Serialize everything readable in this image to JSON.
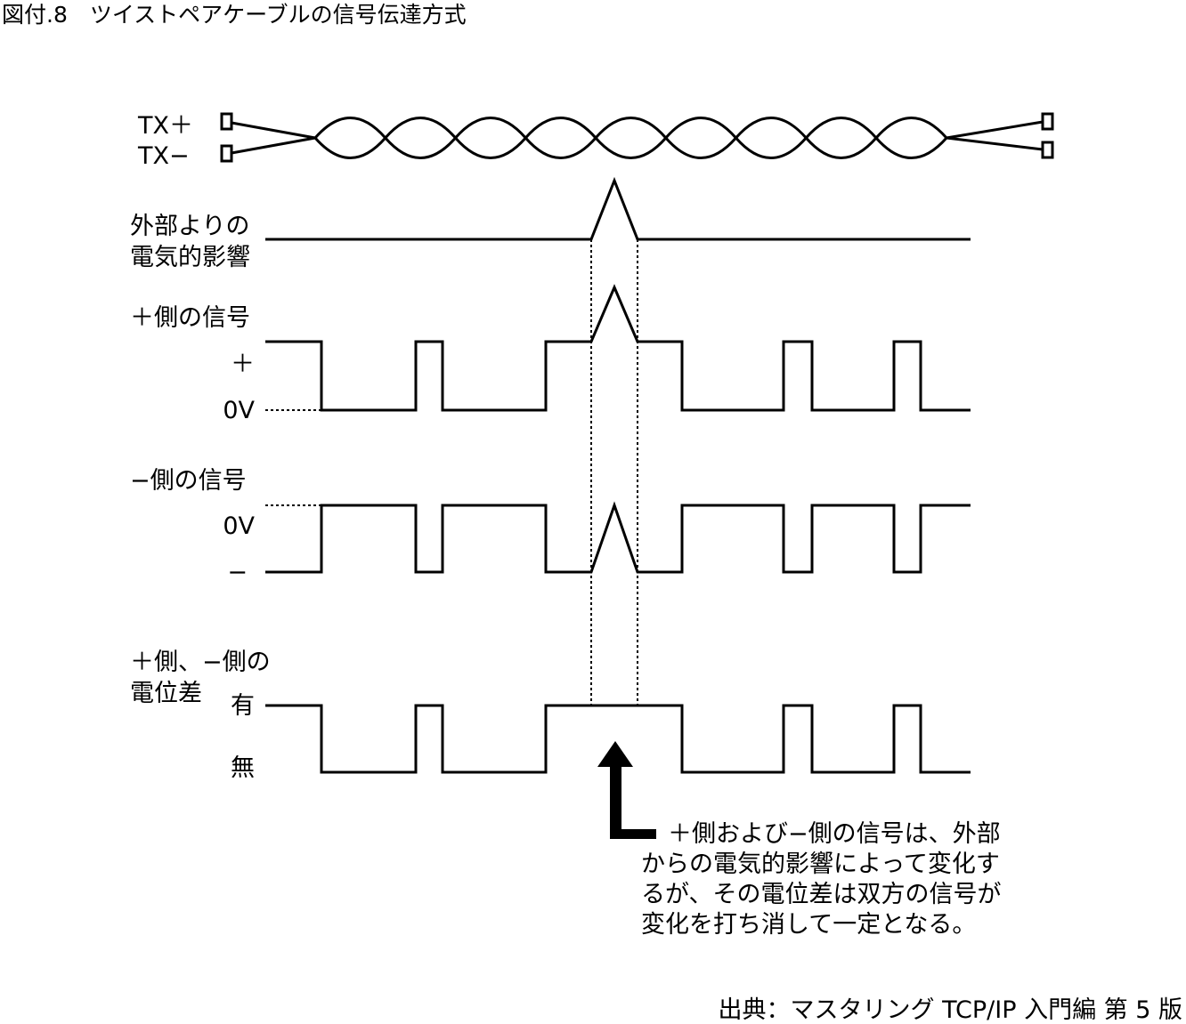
{
  "title": "図付.8　ツイストペアケーブルの信号伝達方式",
  "cable": {
    "tx_plus_label": "TX＋",
    "tx_minus_label": "TX−"
  },
  "rows": {
    "external": {
      "label_line1": "外部よりの",
      "label_line2": "電気的影響"
    },
    "plus": {
      "label": "＋側の信号",
      "high_label": "＋",
      "low_label": "0V"
    },
    "minus": {
      "label": "−側の信号",
      "high_label": "0V",
      "low_label": "−"
    },
    "diff": {
      "label_line1": "＋側、−側の",
      "label_line2": "電位差",
      "high_label": "有",
      "low_label": "無"
    }
  },
  "annotation": {
    "lines": [
      "＋側および−側の信号は、外部",
      "からの電気的影響によって変化す",
      "るが、その電位差は双方の信号が",
      "変化を打ち消して一定となる。"
    ]
  },
  "source": "出典：マスタリング TCP/IP 入門編 第 5 版"
}
